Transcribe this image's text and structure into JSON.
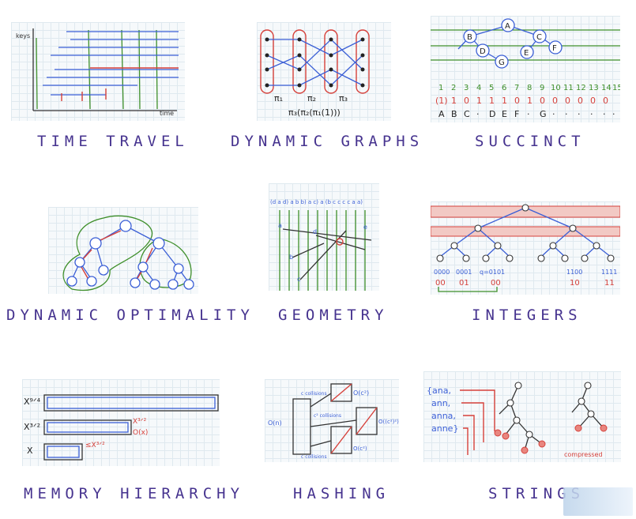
{
  "tiles": [
    {
      "id": "time-travel",
      "label": "TIME TRAVEL",
      "axis_y": "keys",
      "axis_x": "time"
    },
    {
      "id": "dynamic-graphs",
      "label": "DYNAMIC GRAPHS",
      "pi1": "π₁",
      "pi2": "π₂",
      "pi3": "π₃",
      "composition": "π₃(π₂(π₁(1)))"
    },
    {
      "id": "succinct",
      "label": "SUCCINCT",
      "nodes": [
        "A",
        "B",
        "C",
        "D",
        "E",
        "F",
        "G"
      ],
      "indices": [
        "1",
        "2",
        "3",
        "4",
        "5",
        "6",
        "7",
        "8",
        "9",
        "10",
        "11",
        "12",
        "13",
        "14",
        "15"
      ],
      "bits": [
        "(1)",
        "1",
        "0",
        "1",
        "1",
        "1",
        "0",
        "1",
        "0",
        "0",
        "0",
        "0",
        "0",
        "0"
      ],
      "letters": [
        "A",
        "B",
        "C",
        "·",
        "D",
        "E",
        "F",
        "·",
        "G",
        "·",
        "·",
        "·",
        "·",
        "·",
        "·"
      ]
    },
    {
      "id": "dynamic-optimality",
      "label": "DYNAMIC OPTIMALITY"
    },
    {
      "id": "geometry",
      "label": "GEOMETRY",
      "top_letters": "(d  a  d)  a  b  b)  a  c) a (b  c  c  c  c  a   a)",
      "pts": [
        "a",
        "b",
        "c",
        "d",
        "e"
      ]
    },
    {
      "id": "integers",
      "label": "INTEGERS",
      "codes": [
        "0000",
        "0001",
        "q=0101",
        "1100",
        "1111"
      ],
      "codes2": [
        "00",
        "01",
        "00",
        "10",
        "11"
      ]
    },
    {
      "id": "memory-hierarchy",
      "label": "MEMORY HIERARCHY",
      "levels": [
        "X⁹ᐟ⁴",
        "X³ᐟ²",
        "X"
      ],
      "notes": [
        "X³ᐟ²",
        "O(x)",
        "≤X³ᐟ²"
      ]
    },
    {
      "id": "hashing",
      "label": "HASHING",
      "tags": [
        "c collisions",
        "c² collisions",
        "c collisions"
      ],
      "bounds": [
        "O(c²)",
        "O((c²)²)",
        "O(c²)",
        "O(n)"
      ]
    },
    {
      "id": "strings",
      "label": "STRINGS",
      "words": [
        "{ana,",
        "ann,",
        "anna,",
        "anne}"
      ],
      "compressed": "compressed"
    }
  ]
}
